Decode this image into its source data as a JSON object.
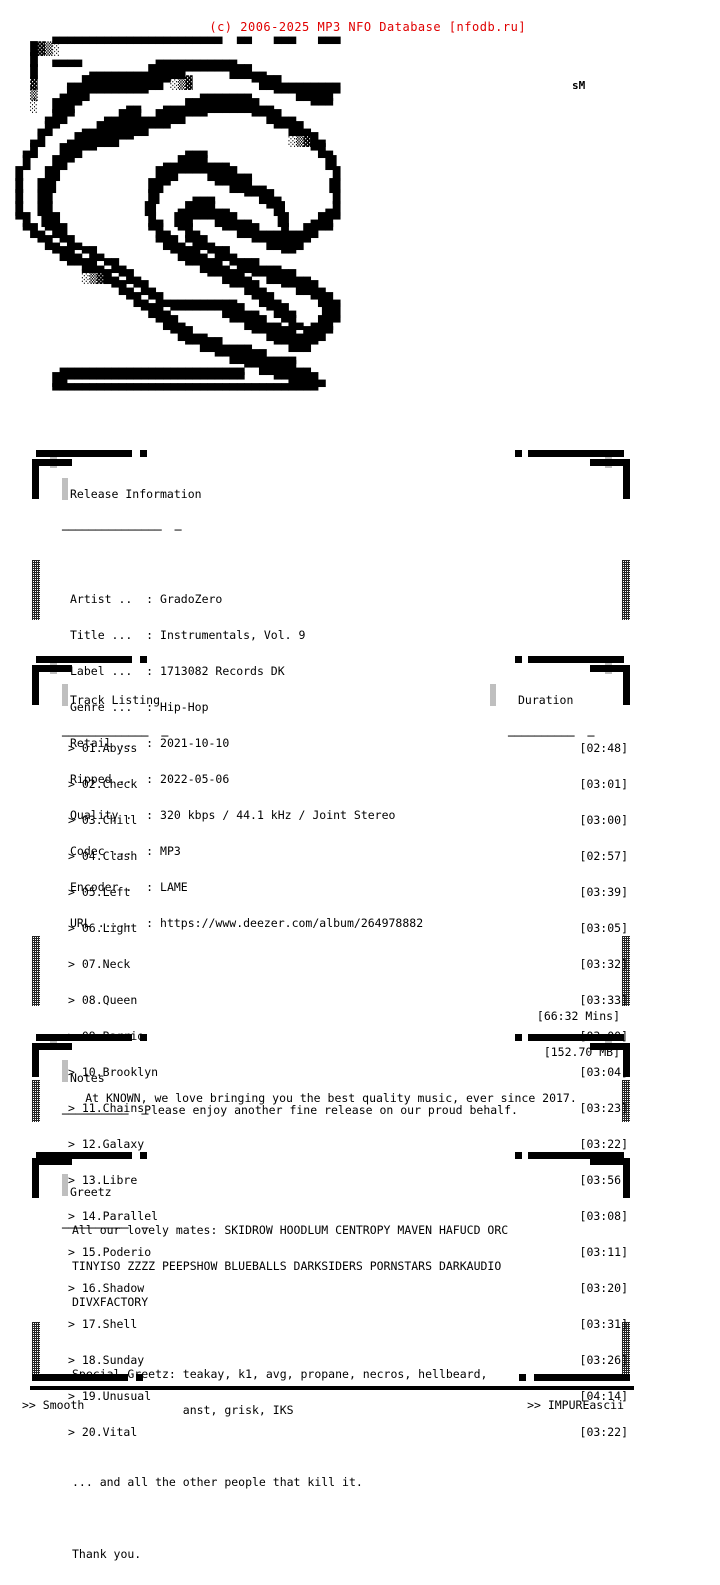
{
  "header": {
    "copyright": "(c) 2006-2025 MP3 NFO Database [nfodb.ru]",
    "color": "#e00000"
  },
  "logo": {
    "signature": "sM",
    "art": "    ▄▄▄▄▄▄▄▄▄▄▄▄▄▄▄▄▄▄▄▄▄▄▄  ▄▄   ▄▄▄   ▄▄▄\n   █▓▒░                                      \n   █  ▄▄▄▄          ▄▄▄▄▄▄▄▄▄▄▄              \n   █       ▄▄▄▄▄▄▄▄█████▀▀▀▀▀▀███▄▄          \n   ▓    ▄▄███████████▀░▒▓        ▀███▄▄▄▄▄▄▄▄\n   ▒   ▄███▀▀▀▀▀▀▀▀       ▄▄▄▄▄▄▄   ▀▀▀█████▀\n   ░  ███▀      ▄▄   ▄▄▄██████████▄▄     ▀▀▀ \n     ▄██▀    ▄▄███▄▄████▀▀▀      ▀▀██▄▄      \n    ▄█▀   ▄▄███████▀▀▀              ▀▀██▄    \n   ▄█   ▄██████▀▀                     ░▒▓█▄  \n  ▄█   ███▀▀            ▄▄▄              ▀█▄ \n  █   ██▀            ▄▄████▄▄▄             █▌\n █   ██             ███▀▀▀▀████▄▄           █\n █  ██▌            ██▀      ▀▀███▄▄        ▐█\n █  ██             █▌    ▄▄▄    ▀▀██▄       █\n █  ██            ▐█   ▄████▄▄     ▀█▌     ▄█\n ▀█ ▐██            █▄ ▐██▀▀▀███▄▄   ▐█   ▄██▀\n  ▀█▄▀██           ▀█▄ ▀█▄   ▀▀███▄▄▄█▄▄██▀▀ \n    ▀█▄▀█▄          ▀██▄▀██▄     ▀▀█████▀    \n      ▀██▄▀█▄         ▀███▄▀██▄      ▀▀      \n        ▀▀██▄▀█▄        ▀▀███▄▀███▄▄▄        \n          ░▒▓█▄▀█▄         ▀▀███▄▀▀████▄▄    \n              ▀█▄▀█▄          ▀▀██▄  ▀▀███▄  \n                ▀█▄▀█▄▄▄▄▄▄▄▄▄▄  ▀██▄    ▀██▄\n                  ▀██▄▀▀▀▀▀▀▀███▄▄ ▀██▄   ▐██\n                    ▀██▄      ▀▀███▄▄▀█▄ ▄██▀\n                      ▀██▄▄      ▀▀████▄███▀ \n                        ▀▀███▄▄▄▄   ▀▀███▀   \n                            ▀▀█████▄▄▄▄      \n       ▄▄▄▄▄▄▄▄▄▄▄▄▄▄▄▄▄▄▄▄▄▄▄▄▄▀▀█████▄▄    \n      ██▀▀▀▀▀▀▀▀▀▀▀▀▀▀▀▀▀▀▀▀▀▀▀▀    ▀▀████▄  \n      ▀▀▀▀▀▀▀▀▀▀▀▀▀▀▀▀▀▀▀▀▀▀▀▀▀▀▀▀▀▀▀▀▀▀▀▀   "
  },
  "sections": {
    "release": {
      "title": "Release Information",
      "rule": "───────────────  ─",
      "fields": [
        {
          "label": "Artist ..  :",
          "value": "GradoZero"
        },
        {
          "label": "Title ...  :",
          "value": "Instrumentals, Vol. 9"
        },
        {
          "label": "Label ...  :",
          "value": "1713082 Records DK"
        },
        {
          "label": "Genre ...  :",
          "value": "Hip-Hop"
        },
        {
          "label": "Retail ..  :",
          "value": "2021-10-10"
        },
        {
          "label": "Ripped ..  :",
          "value": "2022-05-06"
        },
        {
          "label": "Quality .  :",
          "value": "320 kbps / 44.1 kHz / Joint Stereo"
        },
        {
          "label": "Codec ...  :",
          "value": "MP3"
        },
        {
          "label": "Encoder .  :",
          "value": "LAME"
        },
        {
          "label": "URL .....  :",
          "value": "https://www.deezer.com/album/264978882"
        }
      ]
    },
    "tracks": {
      "title": "Track Listing",
      "rule": "─────────────  ─",
      "duration_title": "Duration",
      "duration_rule": "──────────  ─",
      "bullet": ">",
      "items": [
        {
          "no": "01.",
          "name": "Abyss",
          "duration": "[02:48]"
        },
        {
          "no": "02.",
          "name": "Check",
          "duration": "[03:01]"
        },
        {
          "no": "03.",
          "name": "Chill",
          "duration": "[03:00]"
        },
        {
          "no": "04.",
          "name": "Clash",
          "duration": "[02:57]"
        },
        {
          "no": "05.",
          "name": "Left",
          "duration": "[03:39]"
        },
        {
          "no": "06.",
          "name": "Light",
          "duration": "[03:05]"
        },
        {
          "no": "07.",
          "name": "Neck",
          "duration": "[03:32]"
        },
        {
          "no": "08.",
          "name": "Queen",
          "duration": "[03:33]"
        },
        {
          "no": "09.",
          "name": "Barrio",
          "duration": "[03:00]"
        },
        {
          "no": "10.",
          "name": "Brooklyn",
          "duration": "[03:04]"
        },
        {
          "no": "11.",
          "name": "Chains",
          "duration": "[03:23]"
        },
        {
          "no": "12.",
          "name": "Galaxy",
          "duration": "[03:22]"
        },
        {
          "no": "13.",
          "name": "Libre",
          "duration": "[03:56]"
        },
        {
          "no": "14.",
          "name": "Parallel",
          "duration": "[03:08]"
        },
        {
          "no": "15.",
          "name": "Poderio",
          "duration": "[03:11]"
        },
        {
          "no": "16.",
          "name": "Shadow",
          "duration": "[03:20]"
        },
        {
          "no": "17.",
          "name": "Shell",
          "duration": "[03:31]"
        },
        {
          "no": "18.",
          "name": "Sunday",
          "duration": "[03:26]"
        },
        {
          "no": "19.",
          "name": "Unusual",
          "duration": "[04:14]"
        },
        {
          "no": "20.",
          "name": "Vital",
          "duration": "[03:22]"
        }
      ],
      "total_time": "[66:32 Mins]",
      "total_size": "[152.70 MB]"
    },
    "notes": {
      "title": "Notes",
      "rule": "──────────  ─",
      "lines": [
        "At KNOWN, we love bringing you the best quality music, ever since 2017.",
        "Please enjoy another fine release on our proud behalf."
      ]
    },
    "greetz": {
      "title": "Greetz",
      "rule": "──────────  ─",
      "mates_label": "All our lovely mates: SKIDROW HOODLUM CENTROPY MAVEN HAFUCD ORC",
      "mates_line2": "TINYISO ZZZZ PEEPSHOW BLUEBALLS DARKSIDERS PORNSTARS DARKAUDIO",
      "mates_line3": "DIVXFACTORY",
      "special_line1": "Special Greetz: teakay, k1, avg, propane, necros, hellbeard,",
      "special_line2": "                anst, grisk, IKS",
      "others": "... and all the other people that kill it.",
      "thanks": "Thank you."
    }
  },
  "footer": {
    "left": ">> Smooth",
    "right": ">> IMPUREascii"
  }
}
